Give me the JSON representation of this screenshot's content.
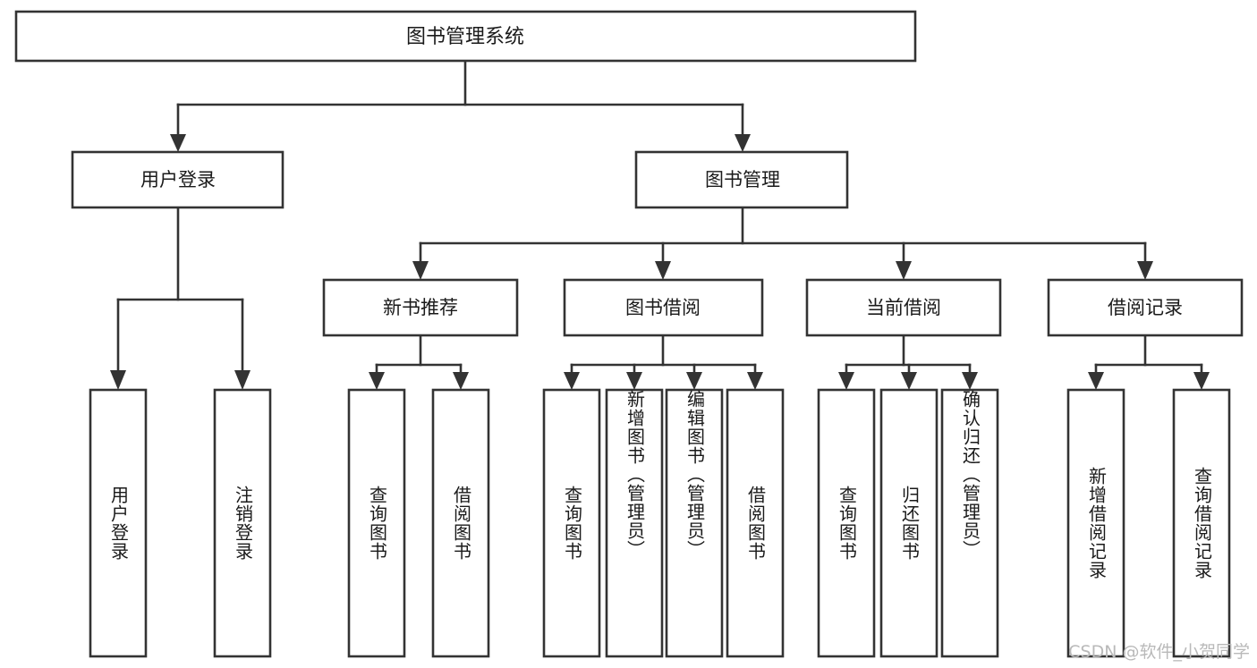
{
  "diagram": {
    "title": "图书管理系统",
    "type": "tree",
    "orientation": "top-down",
    "colors": {
      "box_fill": "#ffffff",
      "box_stroke": "#333333",
      "text": "#1a1a1a",
      "background": "#ffffff",
      "watermark": "#b9b9b9"
    },
    "root": {
      "label": "图书管理系统"
    },
    "level2": [
      {
        "label": "用户登录"
      },
      {
        "label": "图书管理"
      }
    ],
    "level3": [
      {
        "label": "新书推荐"
      },
      {
        "label": "图书借阅"
      },
      {
        "label": "当前借阅"
      },
      {
        "label": "借阅记录"
      }
    ],
    "leaves": {
      "user_login": [
        {
          "label": "用户登录"
        },
        {
          "label": "注销登录"
        }
      ],
      "new_book_recommend": [
        {
          "label": "查询图书"
        },
        {
          "label": "借阅图书"
        }
      ],
      "book_borrow": [
        {
          "label": "查询图书"
        },
        {
          "label": "新增图书（管理员）"
        },
        {
          "label": "编辑图书（管理员）"
        },
        {
          "label": "借阅图书"
        }
      ],
      "current_borrow": [
        {
          "label": "查询图书"
        },
        {
          "label": "归还图书"
        },
        {
          "label": "确认归还（管理员）"
        }
      ],
      "borrow_record": [
        {
          "label": "新增借阅记录"
        },
        {
          "label": "查询借阅记录"
        }
      ]
    }
  },
  "watermark": {
    "text": "CSDN @软件_小贺同学"
  }
}
